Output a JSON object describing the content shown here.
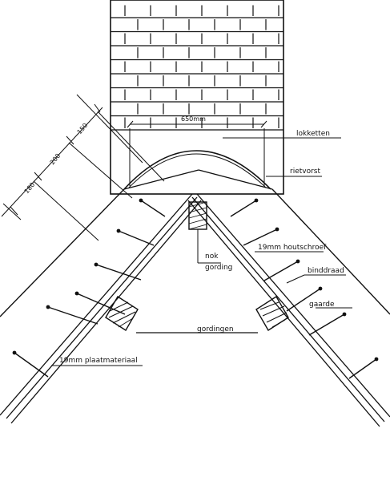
{
  "diagram": {
    "dimensions": {
      "width_label": "650mm",
      "spacing_1": "150",
      "spacing_2": "200",
      "spacing_3": "180"
    },
    "labels": {
      "lokketten": "lokketten",
      "rietvorst": "rietvorst",
      "nok": "nok",
      "gording_top": "gording",
      "houtschroef": "19mm houtschroef",
      "binddraad": "binddraad",
      "gaarde": "gaarde",
      "gordingen": "gordingen",
      "plaatmateriaal": "19mm plaatmateriaal"
    }
  }
}
